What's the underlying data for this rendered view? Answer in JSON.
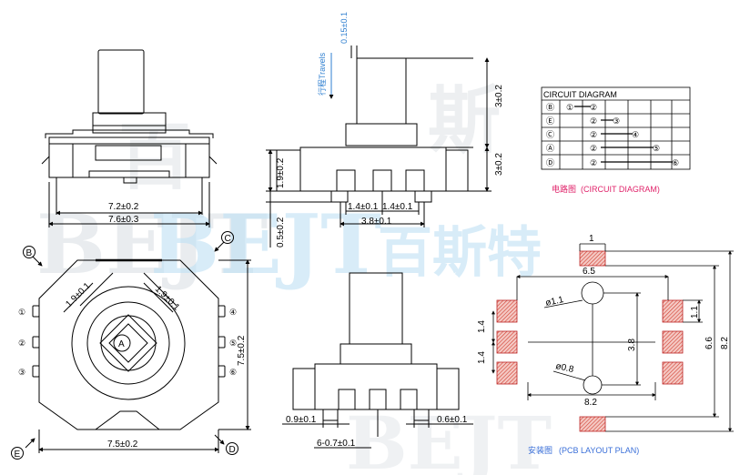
{
  "watermark": {
    "brand_latin": "BEJT",
    "brand_cn": "百斯特",
    "brand_cn_chars": [
      "百",
      "斯",
      "特"
    ]
  },
  "travel": {
    "label": "行程Travels",
    "value": "0.15±0.1"
  },
  "front_view": {
    "dims": [
      "7.2±0.2",
      "7.6±0.3"
    ]
  },
  "side_view": {
    "dims": [
      "3±0.2",
      "3±0.2",
      "1.9±0.2",
      "1.4±0.1",
      "1.4±0.1",
      "3.8±0.1",
      "0.5±0.2"
    ]
  },
  "top_view": {
    "dims": [
      "1.9±0.1",
      "1.9±0.1",
      "7.5±0.2",
      "7.5±0.2"
    ],
    "corner_labels": [
      "B",
      "C",
      "E",
      "D"
    ],
    "center_label": "A",
    "left_pins": [
      "①",
      "②",
      "③"
    ],
    "right_pins": [
      "④",
      "⑤",
      "⑥"
    ]
  },
  "bottom_side_view": {
    "dims": [
      "0.9±0.1",
      "0.6±0.1",
      "6-0.7±0.1"
    ]
  },
  "circuit": {
    "title": "CIRCUIT DIAGRAM",
    "rows": [
      {
        "label": "Ⓑ",
        "pins": [
          "①",
          "②"
        ]
      },
      {
        "label": "Ⓔ",
        "pins": [
          "②",
          "③"
        ]
      },
      {
        "label": "Ⓒ",
        "pins": [
          "②",
          "④"
        ]
      },
      {
        "label": "Ⓐ",
        "pins": [
          "②",
          "⑤"
        ]
      },
      {
        "label": "Ⓓ",
        "pins": [
          "②",
          "⑥"
        ]
      }
    ],
    "caption_cn": "电路图",
    "caption_en": "(CIRCUIT DIAGRAM)"
  },
  "pcb": {
    "dims": [
      "1",
      "6.5",
      "ø1.1",
      "1.4",
      "1.4",
      "3.8",
      "ø0.8",
      "8.2",
      "1.1",
      "6.6",
      "8.2"
    ],
    "caption_cn": "安装图",
    "caption_en": "(PCB LAYOUT PLAN)"
  },
  "colors": {
    "pad_fill": "#f4c9c4",
    "pad_stripe": "#d23c2e",
    "circuit_caption": "#e0236a",
    "pcb_caption": "#3a6fd8"
  }
}
